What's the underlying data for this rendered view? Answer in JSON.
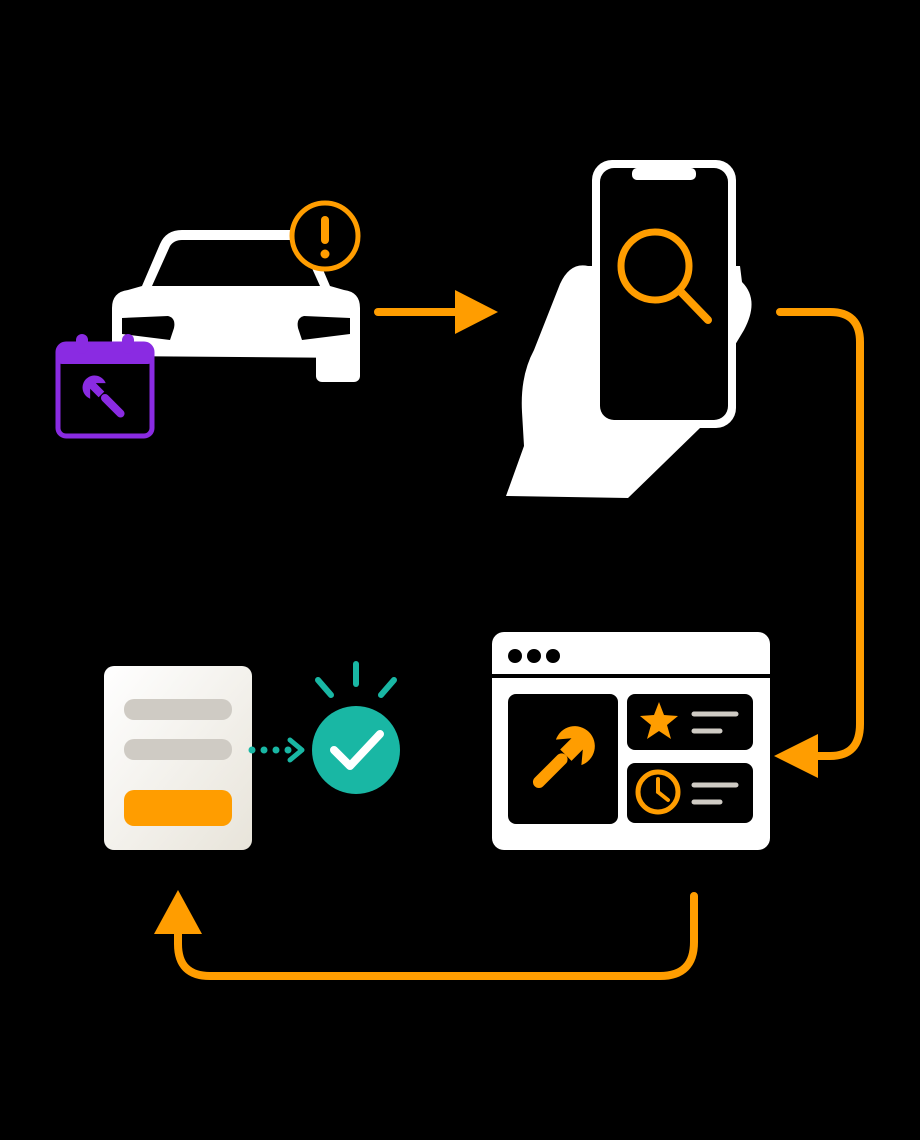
{
  "colors": {
    "background": "#000000",
    "primary": "#FFFFFF",
    "accent_orange": "#FF9D00",
    "accent_purple": "#8A2BE2",
    "success_teal": "#19B7A4",
    "form_bg": "#F2F0EB",
    "form_field": "#CFCBC4"
  },
  "steps": [
    {
      "id": "car-issue",
      "icons": [
        "car-icon",
        "alert-icon",
        "calendar-wrench-icon"
      ]
    },
    {
      "id": "search-phone",
      "icons": [
        "hand-icon",
        "phone-icon",
        "search-icon"
      ]
    },
    {
      "id": "service-listing",
      "icons": [
        "browser-window-icon",
        "wrench-icon",
        "star-icon",
        "clock-icon"
      ]
    },
    {
      "id": "booking-form",
      "icons": [
        "form-icon",
        "check-circle-icon"
      ]
    }
  ],
  "flow": [
    "car-issue",
    "search-phone",
    "service-listing",
    "booking-form"
  ]
}
